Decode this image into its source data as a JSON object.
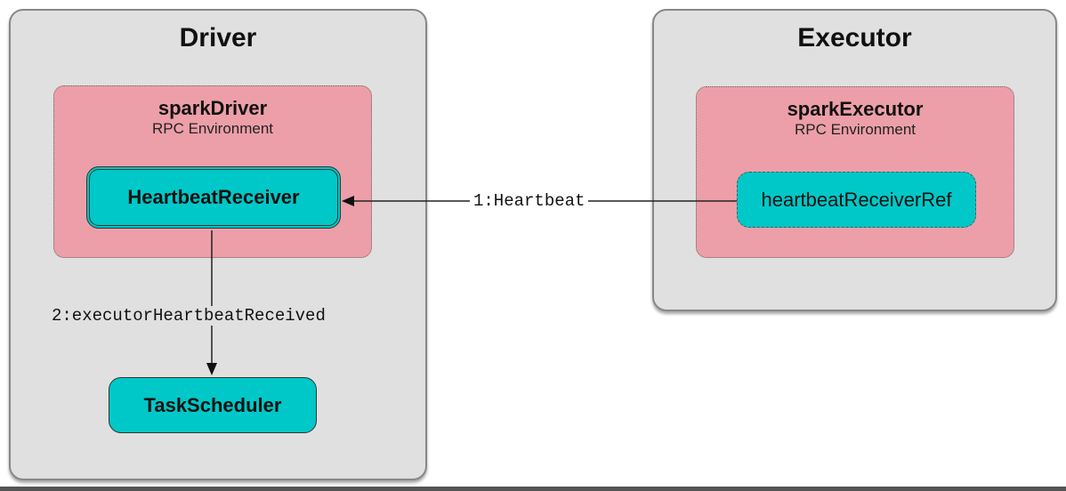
{
  "driver": {
    "title": "Driver",
    "env": {
      "title": "sparkDriver",
      "subtitle": "RPC Environment"
    },
    "receiver": "HeartbeatReceiver",
    "scheduler": "TaskScheduler"
  },
  "executor": {
    "title": "Executor",
    "env": {
      "title": "sparkExecutor",
      "subtitle": "RPC Environment"
    },
    "ref": "heartbeatReceiverRef"
  },
  "edges": {
    "heartbeat": "1:Heartbeat",
    "received": "2:executorHeartbeatReceived"
  },
  "colors": {
    "node": "#00c8c8",
    "env": "#ec9fa8",
    "container": "#e0e0e0"
  }
}
